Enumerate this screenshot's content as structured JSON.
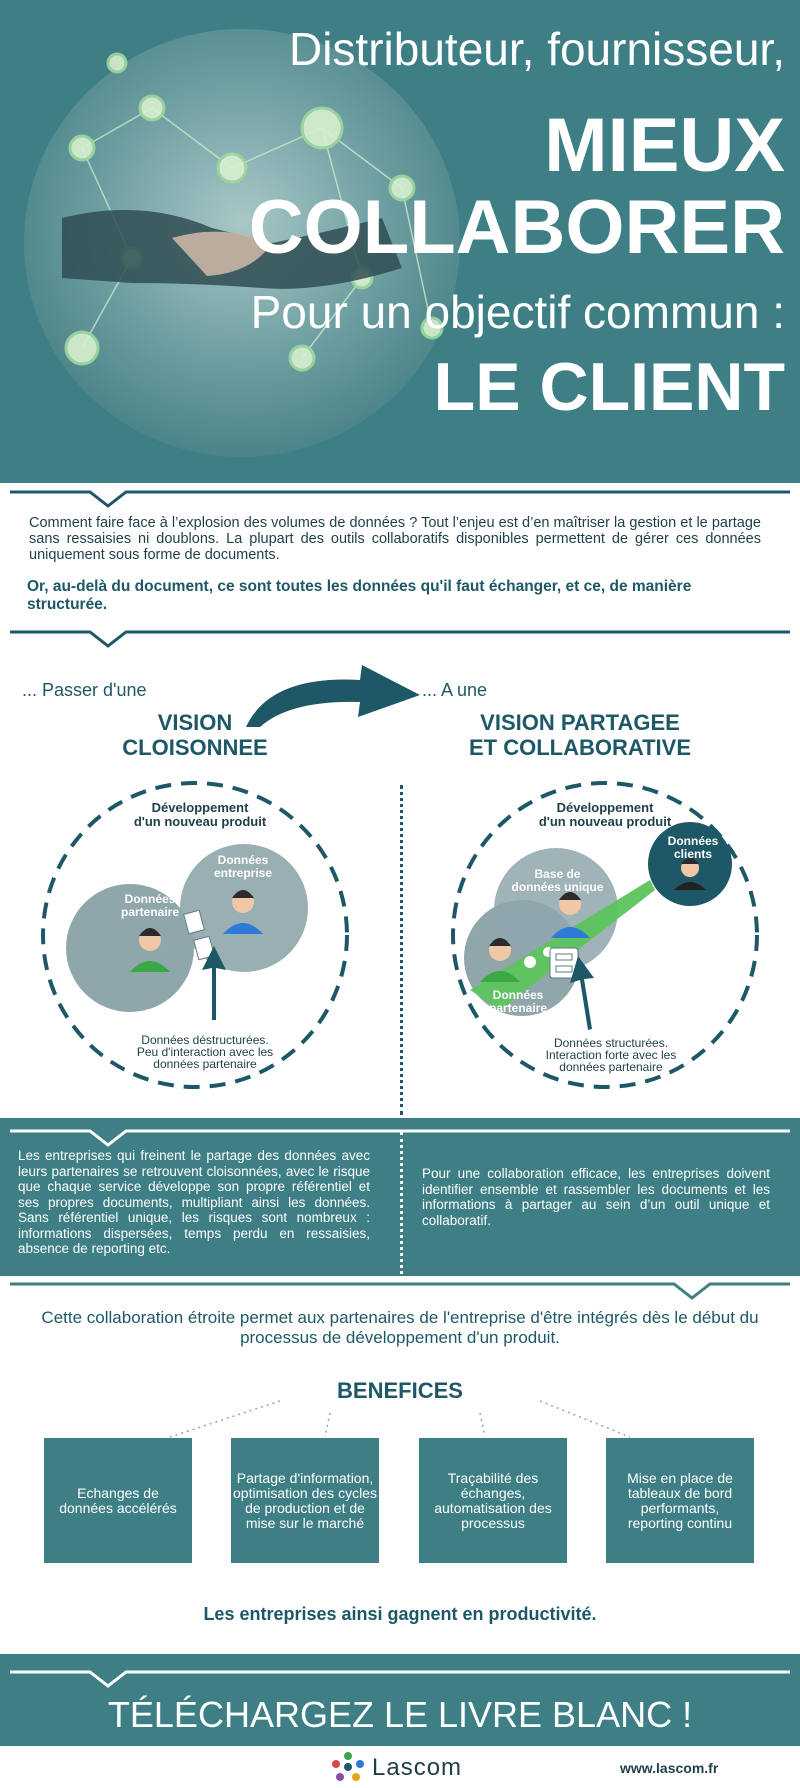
{
  "header": {
    "line1": "Distributeur, fournisseur,",
    "line2": "MIEUX",
    "line3": "COLLABORER",
    "line4": "Pour un objectif commun :",
    "line5": "LE CLIENT"
  },
  "intro": {
    "paragraph": "Comment faire face à l’explosion des volumes de données ? Tout l’enjeu est d’en maîtriser la gestion et le partage sans ressaisies ni doublons. La plupart des outils collaboratifs disponibles permettent de gérer ces données uniquement sous forme de documents.",
    "emphasis": "Or, au-delà du document, ce sont toutes les données qu'il faut échanger, et ce, de manière structurée."
  },
  "compare": {
    "left": {
      "lead": "... Passer d'une",
      "title1": "VISION",
      "title2": "CLOISONNEE",
      "circle_label1": "Développement",
      "circle_label2": "d'un nouveau produit",
      "bubble_partner1": "Données",
      "bubble_partner2": "partenaire",
      "bubble_company1": "Données",
      "bubble_company2": "entreprise",
      "caption1": "Données déstructurées.",
      "caption2": "Peu d'interaction avec les",
      "caption3": "données partenaire"
    },
    "right": {
      "lead": "... A une",
      "title1": "VISION PARTAGEE",
      "title2": "ET COLLABORATIVE",
      "circle_label1": "Développement",
      "circle_label2": "d'un nouveau produit",
      "bubble_unique1": "Base de",
      "bubble_unique2": "données unique",
      "bubble_clients1": "Données",
      "bubble_clients2": "clients",
      "bubble_partner1": "Données",
      "bubble_partner2": "partenaire",
      "caption1": "Données structurées.",
      "caption2": "Interaction forte avec les",
      "caption3": "données partenaire"
    }
  },
  "explain": {
    "left": "Les entreprises qui freinent le partage des données avec leurs partenaires se retrouvent cloisonnées, avec le risque que chaque service développe son propre référentiel et ses propres documents, multipliant ainsi les données. Sans référentiel unique, les risques sont nombreux : informations dispersées, temps perdu en ressaisies, absence de reporting etc.",
    "right": "Pour une collaboration efficace, les entreprises doivent identifier ensemble et rassembler les documents et les informations à partager au sein d’un outil unique et collaboratif."
  },
  "collab": {
    "text": "Cette collaboration étroite permet aux partenaires de l'entreprise d'être intégrés dès le début du processus de développement d'un produit."
  },
  "benefits": {
    "title": "BENEFICES",
    "items": [
      "Echanges de données accélérés",
      "Partage d'information, optimisation des cycles de production et de mise sur le marché",
      "Traçabilité des échanges, automatisation des processus",
      "Mise en place de tableaux de bord performants, reporting continu"
    ],
    "conclusion": "Les entreprises ainsi gagnent en productivité."
  },
  "cta": {
    "label": "TÉLÉCHARGEZ LE LIVRE BLANC !"
  },
  "footer": {
    "logo": "Lascom",
    "url": "www.lascom.fr"
  },
  "colors": {
    "teal": "#3e7f86",
    "dark_teal": "#1e5866",
    "gray_bubble": "#8fa6ab",
    "green": "#5cc45c"
  }
}
